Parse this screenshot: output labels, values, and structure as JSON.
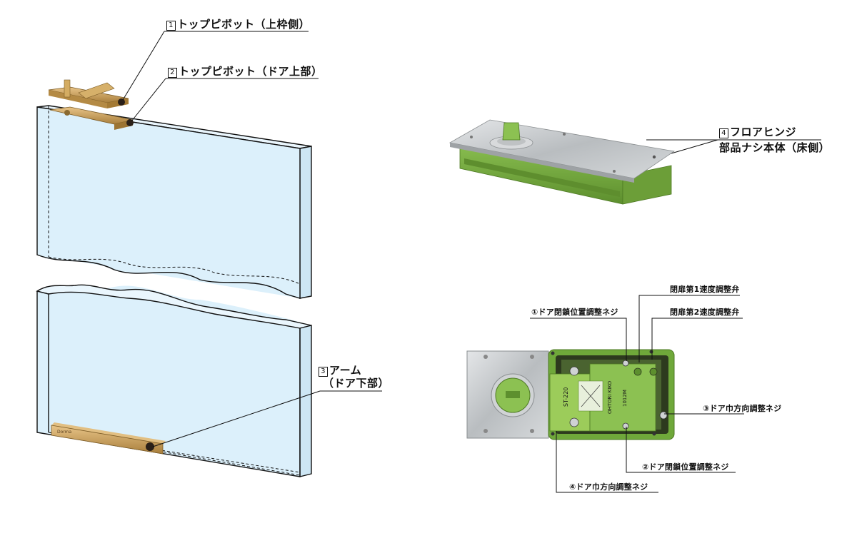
{
  "labels": {
    "top_pivot_frame": {
      "num": "1",
      "text": "トップピボット（上枠側）"
    },
    "top_pivot_door": {
      "num": "2",
      "text": "トップピボット（ドア上部）"
    },
    "arm": {
      "num": "3",
      "text": "アーム",
      "text2": "（ドア下部）"
    },
    "floor_hinge": {
      "num": "4",
      "text": "フロアヒンジ",
      "text2": "部品ナシ本体（床側）"
    }
  },
  "adjusters": {
    "close_speed_1": "閉扉第1速度調整弁",
    "close_speed_2": "閉扉第2速度調整弁",
    "door_close_pos_1": "①ドア閉鎖位置調整ネジ",
    "door_width_3": "③ドア巾方向調整ネジ",
    "door_close_pos_2": "②ドア閉鎖位置調整ネジ",
    "door_width_4": "④ドア巾方向調整ネジ"
  },
  "unit_markings": {
    "model": "ST-220",
    "maker": "OHTORI KIKO",
    "code": "1012M"
  },
  "colors": {
    "glass": "#dcf0fb",
    "hinge_green": "#7cb342",
    "brass": "#c9a15a",
    "steel": "#c4c7c9"
  }
}
